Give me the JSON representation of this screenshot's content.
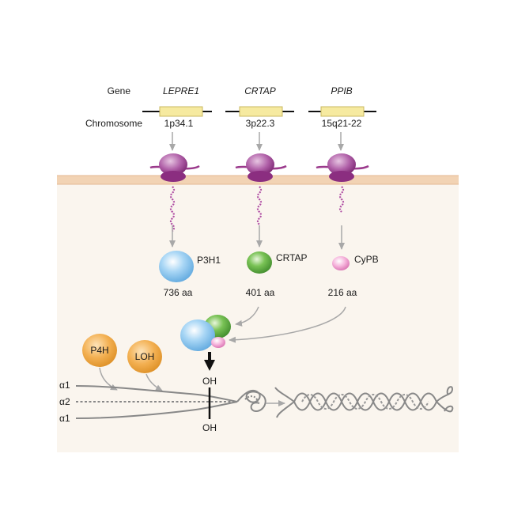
{
  "row_labels": {
    "gene": "Gene",
    "chromosome": "Chromosome"
  },
  "genes": [
    {
      "gene": "LEPRE1",
      "locus": "1p34.1",
      "protein": "P3H1",
      "length": "736 aa",
      "color": "#9fd0f2"
    },
    {
      "gene": "CRTAP",
      "locus": "3p22.3",
      "protein": "CRTAP",
      "length": "401 aa",
      "color": "#6fba4e"
    },
    {
      "gene": "PPIB",
      "locus": "15q21-22",
      "protein": "CyPB",
      "length": "216 aa",
      "color": "#f4a8d4"
    }
  ],
  "enzymes": {
    "p4h": "P4H",
    "loh": "LOH"
  },
  "hydroxyl": {
    "top": "OH",
    "bottom": "OH"
  },
  "chains": {
    "alpha1_top": "α1",
    "alpha2": "α2",
    "alpha1_bottom": "α1"
  },
  "colors": {
    "gene_box": "#f6eaa0",
    "ribosome": "#9b3a8c",
    "membrane": "#f2d3b4",
    "cytoplasm": "#faf5ee",
    "enzyme": "#f0a73b",
    "chain": "#888888",
    "arrow": "#a8a8a8"
  }
}
